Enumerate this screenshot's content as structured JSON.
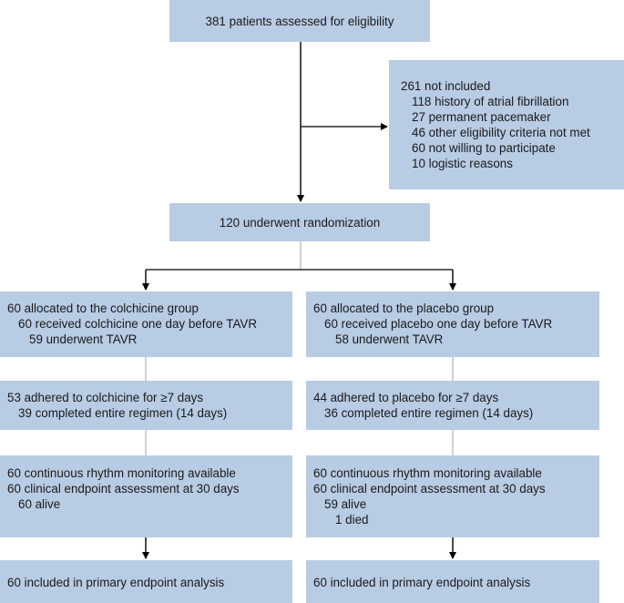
{
  "screening": {
    "text": "381 patients assessed for eligibility"
  },
  "excluded": {
    "title": "261 not included",
    "reasons": [
      "118 history of atrial fibrillation",
      "27 permanent pacemaker",
      "46 other eligibility criteria not met",
      "60 not willing to participate",
      "10 logistic reasons"
    ]
  },
  "randomization": {
    "text": "120 underwent randomization"
  },
  "colchicine": {
    "allocation": {
      "title": "60 allocated to the colchicine group",
      "line1": "60 received colchicine one day before TAVR",
      "line2": "59 underwent TAVR"
    },
    "adherence": {
      "title": "53 adhered to colchicine for ≥7 days",
      "line1": "39 completed entire regimen (14 days)"
    },
    "followup": {
      "line1": "60 continuous rhythm monitoring available",
      "line2": "60 clinical endpoint assessment at 30 days",
      "line3": "60 alive"
    },
    "analysis": {
      "text": "60 included in primary endpoint analysis"
    }
  },
  "placebo": {
    "allocation": {
      "title": "60 allocated to the placebo group",
      "line1": "60 received placebo one day before TAVR",
      "line2": "58 underwent TAVR"
    },
    "adherence": {
      "title": "44 adhered to placebo for ≥7 days",
      "line1": "36 completed entire regimen (14 days)"
    },
    "followup": {
      "line1": "60 continuous rhythm monitoring available",
      "line2": "60 clinical endpoint assessment at 30 days",
      "line3": "59 alive",
      "line4": "1 died"
    },
    "analysis": {
      "text": "60 included in primary endpoint analysis"
    }
  },
  "colors": {
    "box_fill": "#b8cce4",
    "arrow": "#000000",
    "thin_line": "#a6a6a6"
  }
}
